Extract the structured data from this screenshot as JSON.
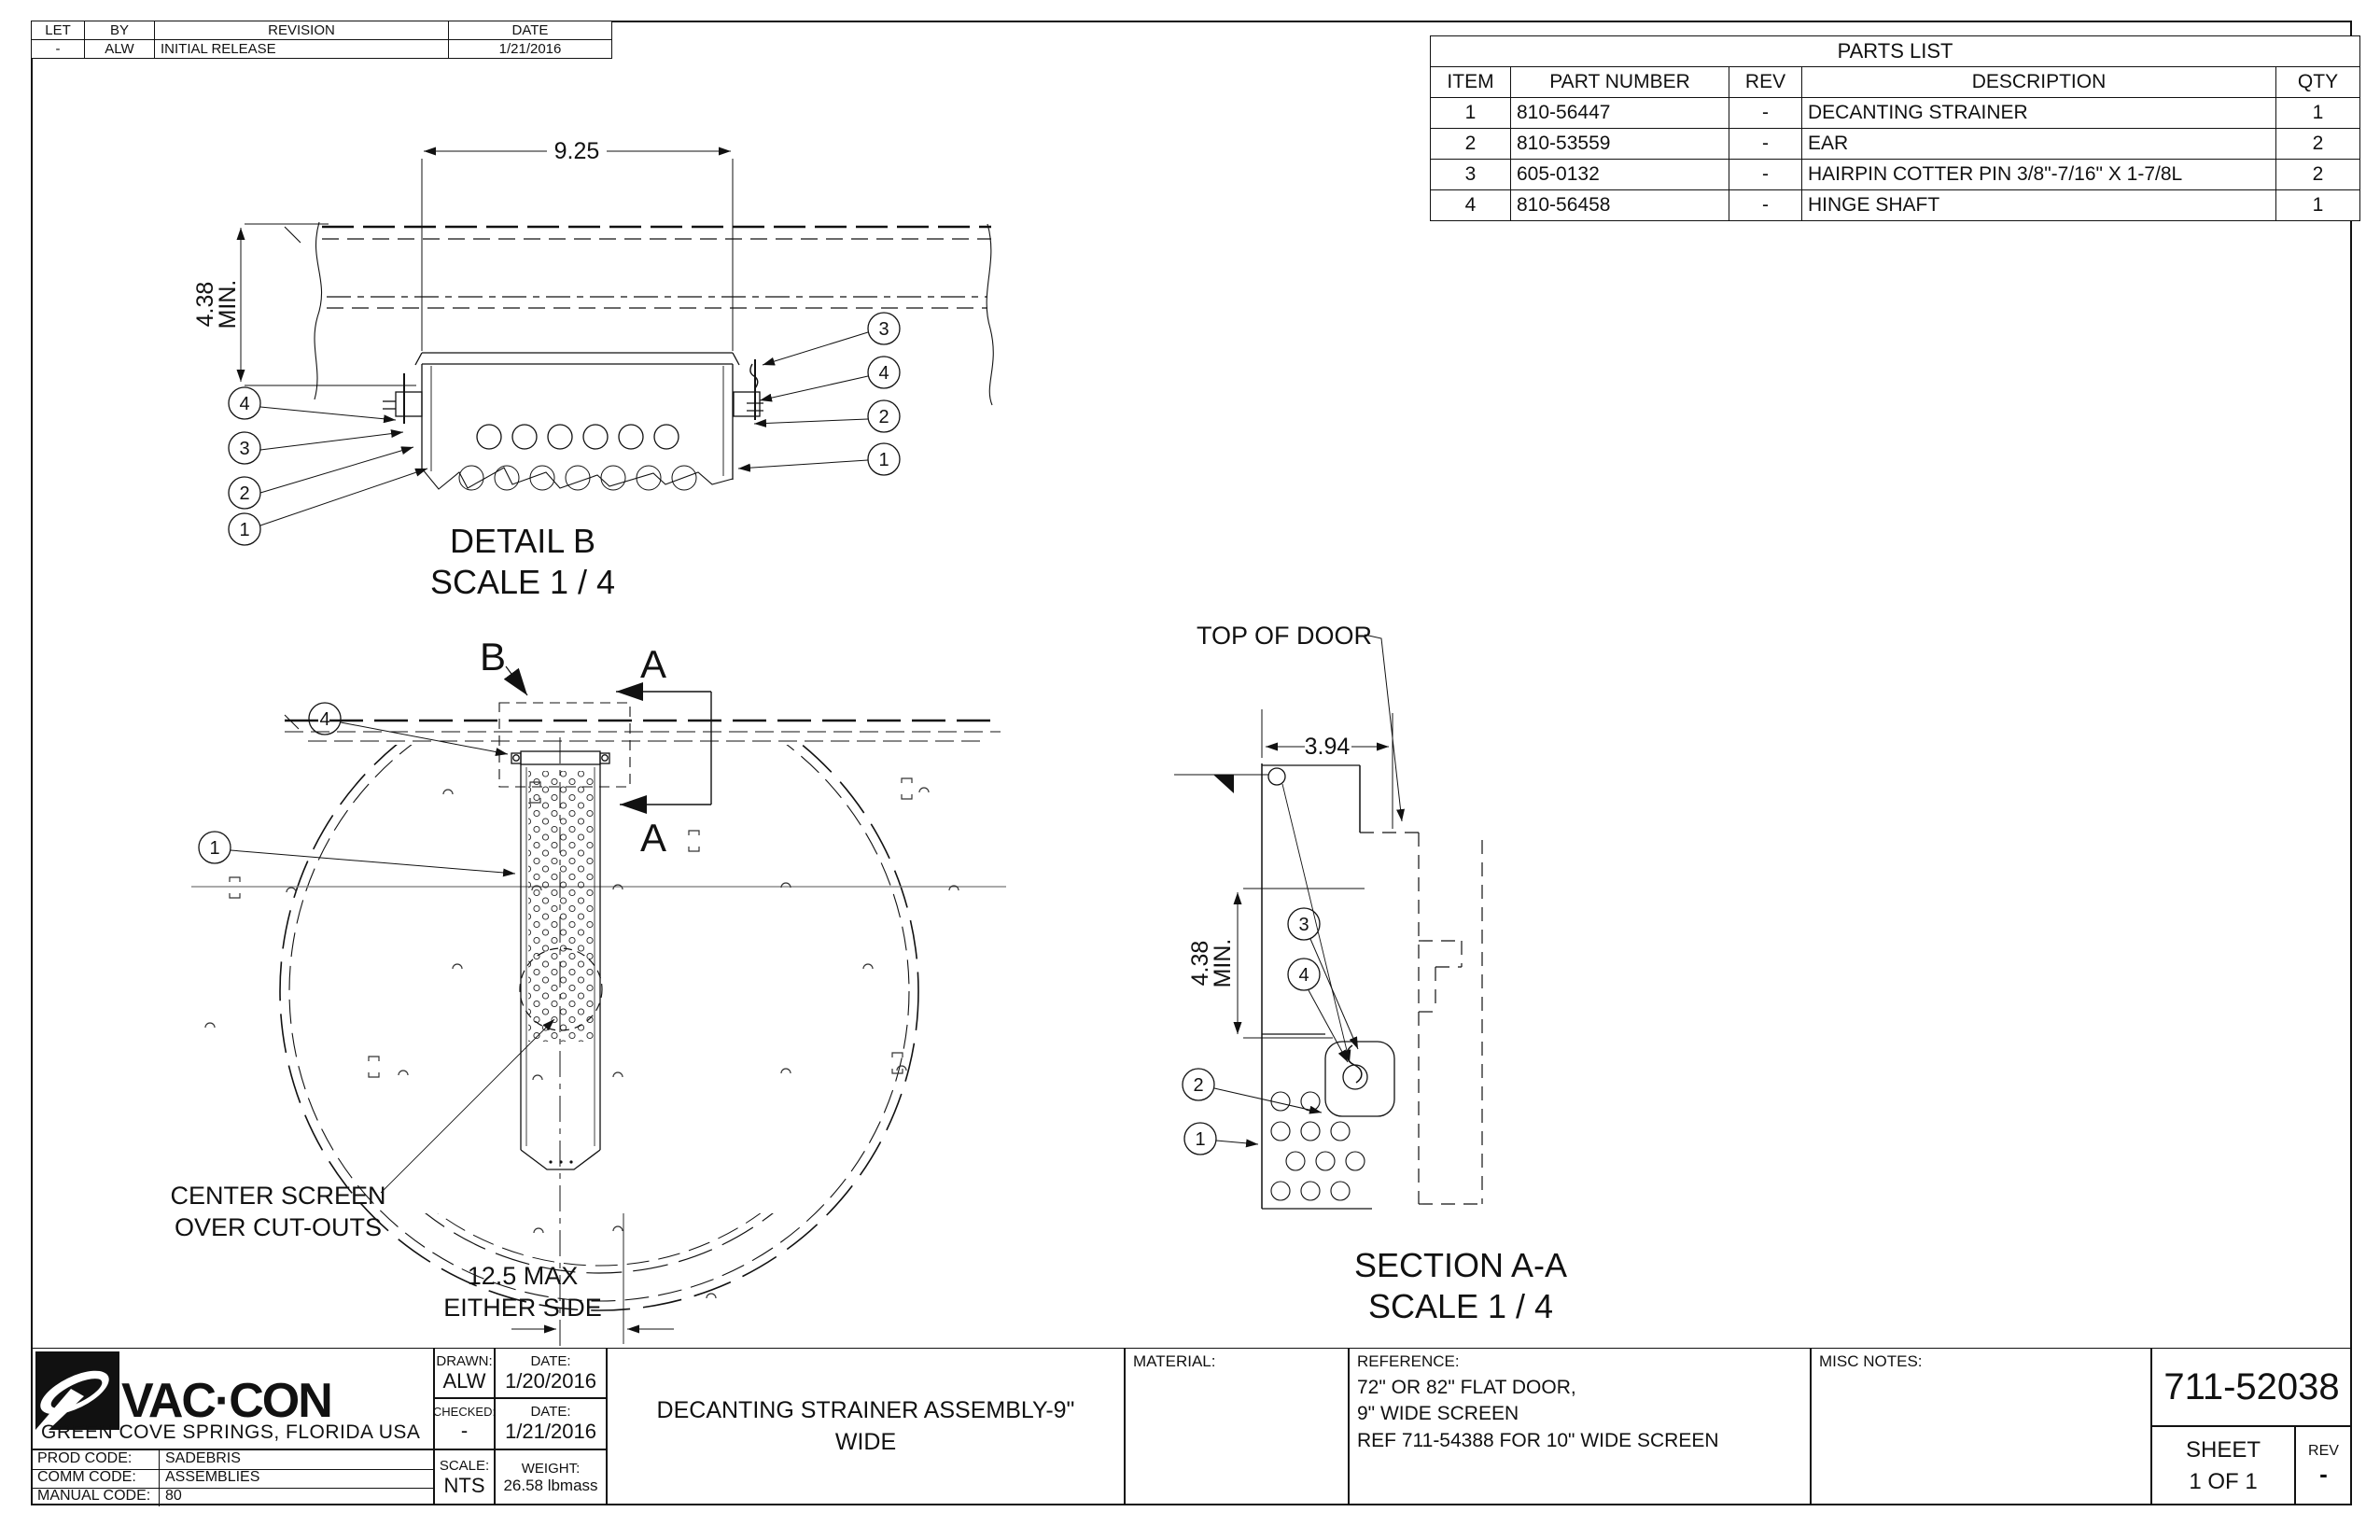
{
  "drawing": {
    "number": "711-52038",
    "sheet_label": "SHEET",
    "sheet_value": "1  OF 1",
    "rev_label": "REV",
    "rev_value": "-",
    "title_line1": "DECANTING STRAINER ASSEMBLY-9\"",
    "title_line2": "WIDE"
  },
  "revision_table": {
    "headers": {
      "let": "LET",
      "by": "BY",
      "revision": "REVISION",
      "date": "DATE"
    },
    "row": {
      "let": "-",
      "by": "ALW",
      "revision": "INITIAL RELEASE",
      "date": "1/21/2016"
    }
  },
  "parts_list": {
    "title": "PARTS LIST",
    "headers": {
      "item": "ITEM",
      "part_number": "PART NUMBER",
      "rev": "REV",
      "description": "DESCRIPTION",
      "qty": "QTY"
    },
    "rows": [
      {
        "item": "1",
        "part_number": "810-56447",
        "rev": "-",
        "description": "DECANTING STRAINER",
        "qty": "1"
      },
      {
        "item": "2",
        "part_number": "810-53559",
        "rev": "-",
        "description": "EAR",
        "qty": "2"
      },
      {
        "item": "3",
        "part_number": "605-0132",
        "rev": "-",
        "description": "HAIRPIN COTTER PIN 3/8\"-7/16\" X 1-7/8L",
        "qty": "2"
      },
      {
        "item": "4",
        "part_number": "810-56458",
        "rev": "-",
        "description": "HINGE SHAFT",
        "qty": "1"
      }
    ]
  },
  "views": {
    "detail_b": {
      "title": "DETAIL  B",
      "scale": "SCALE 1 / 4",
      "dim_width": "9.25",
      "dim_height_value": "4.38",
      "dim_height_suffix": "MIN.",
      "balloons_left": [
        "4",
        "3",
        "2",
        "1"
      ],
      "balloons_right": [
        "3",
        "4",
        "2",
        "1"
      ]
    },
    "main": {
      "detail_letter": "B",
      "section_letter": "A",
      "balloon_top": "4",
      "balloon_left": "1",
      "note_line1": "CENTER SCREEN",
      "note_line2": "OVER CUT-OUTS",
      "offset_line1": "12.5 MAX",
      "offset_line2": "EITHER SIDE"
    },
    "section_aa": {
      "title": "SECTION A-A",
      "scale": "SCALE 1 / 4",
      "top_label": "TOP OF DOOR",
      "dim_width": "3.94",
      "dim_height_value": "4.38",
      "dim_height_suffix": "MIN.",
      "balloons": [
        "3",
        "4",
        "2",
        "1"
      ]
    }
  },
  "title_block": {
    "company": {
      "name": "VAC·CON",
      "location": "GREEN COVE SPRINGS, FLORIDA USA"
    },
    "codes": [
      {
        "label": "PROD CODE:",
        "value": "SADEBRIS"
      },
      {
        "label": "COMM CODE:",
        "value": "ASSEMBLIES"
      },
      {
        "label": "MANUAL CODE:",
        "value": "80"
      }
    ],
    "drawn_label": "DRAWN:",
    "drawn_value": "ALW",
    "drawn_date_label": "DATE:",
    "drawn_date_value": "1/20/2016",
    "checked_label": "CHECKED:",
    "checked_value": "-",
    "checked_date_label": "DATE:",
    "checked_date_value": "1/21/2016",
    "scale_label": "SCALE:",
    "scale_value": "NTS",
    "weight_label": "WEIGHT:",
    "weight_value": "26.58 lbmass",
    "material_label": "MATERIAL:",
    "reference_label": "REFERENCE:",
    "reference_lines": [
      "72\" OR 82\" FLAT DOOR,",
      "9\" WIDE SCREEN",
      "REF 711-54388 FOR 10\" WIDE SCREEN"
    ],
    "misc_label": "MISC NOTES:"
  }
}
